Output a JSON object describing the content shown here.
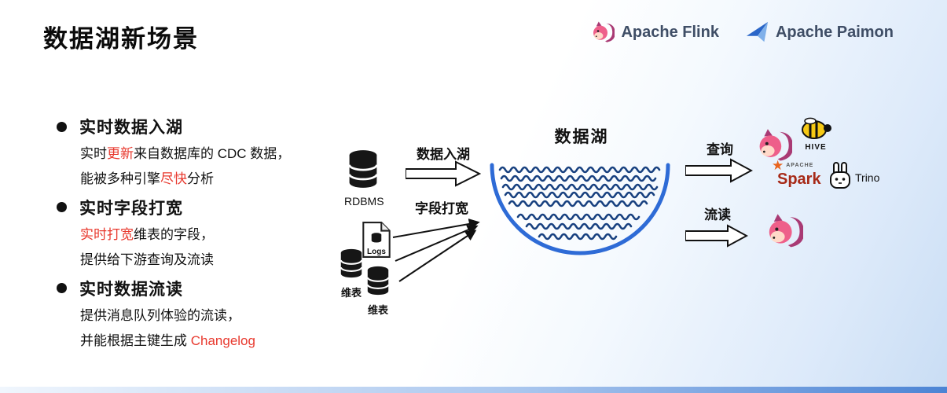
{
  "title": "数据湖新场景",
  "header": {
    "flink_label": "Apache Flink",
    "paimon_label": "Apache Paimon"
  },
  "bullets": [
    {
      "heading": "实时数据入湖",
      "line1": {
        "pre": "实时",
        "red": "更新",
        "post": "来自数据库的 CDC 数据，"
      },
      "line2": {
        "pre": "能被多种引擎",
        "red": "尽快",
        "post": "分析"
      }
    },
    {
      "heading": "实时字段打宽",
      "line1": {
        "pre": "",
        "red": "实时打宽",
        "post": "维表的字段，"
      },
      "line2": {
        "pre": "提供给下游查询及流读",
        "red": "",
        "post": ""
      }
    },
    {
      "heading": "实时数据流读",
      "line1": {
        "pre": "提供消息队列体验的流读，",
        "red": "",
        "post": ""
      },
      "line2": {
        "pre": "并能根据主键生成 ",
        "red": "Changelog",
        "post": ""
      }
    }
  ],
  "diagram": {
    "lake_title": "数据湖",
    "rdbms_label": "RDBMS",
    "logs_label": "Logs",
    "dim_label_1": "维表",
    "dim_label_2": "维表",
    "flow_ingest": "数据入湖",
    "flow_widen": "字段打宽",
    "flow_query": "查询",
    "flow_stream": "流读"
  },
  "engines": {
    "hive": "HIVE",
    "spark_apache": "APACHE",
    "spark": "Spark",
    "trino": "Trino"
  },
  "colors": {
    "accent_red": "#e8392e",
    "lake_outline": "#2e6bd6",
    "wave": "#17407f",
    "header_text": "#3f4e66"
  }
}
